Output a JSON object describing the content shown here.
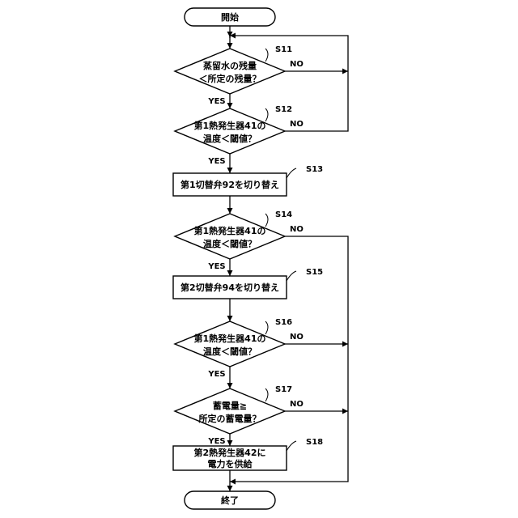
{
  "flowchart": {
    "start": {
      "label": "開始"
    },
    "end": {
      "label": "終了"
    },
    "steps": [
      {
        "id": "S11",
        "kind": "decision",
        "lines": [
          "蒸留水の残量",
          "＜所定の残量？"
        ],
        "yes": "YES",
        "no": "NO"
      },
      {
        "id": "S12",
        "kind": "decision",
        "lines": [
          "第1熱発生器41の",
          "温度＜閾値？"
        ],
        "yes": "YES",
        "no": "NO"
      },
      {
        "id": "S13",
        "kind": "process",
        "lines": [
          "第1切替弁92を切り替え"
        ]
      },
      {
        "id": "S14",
        "kind": "decision",
        "lines": [
          "第1熱発生器41の",
          "温度＜閾値？"
        ],
        "yes": "YES",
        "no": "NO"
      },
      {
        "id": "S15",
        "kind": "process",
        "lines": [
          "第2切替弁94を切り替え"
        ]
      },
      {
        "id": "S16",
        "kind": "decision",
        "lines": [
          "第1熱発生器41の",
          "温度＜閾値？"
        ],
        "yes": "YES",
        "no": "NO"
      },
      {
        "id": "S17",
        "kind": "decision",
        "lines": [
          "蓄電量≧",
          "所定の蓄電量？"
        ],
        "yes": "YES",
        "no": "NO"
      },
      {
        "id": "S18",
        "kind": "process",
        "lines": [
          "第2熱発生器42に",
          "電力を供給"
        ]
      }
    ]
  }
}
